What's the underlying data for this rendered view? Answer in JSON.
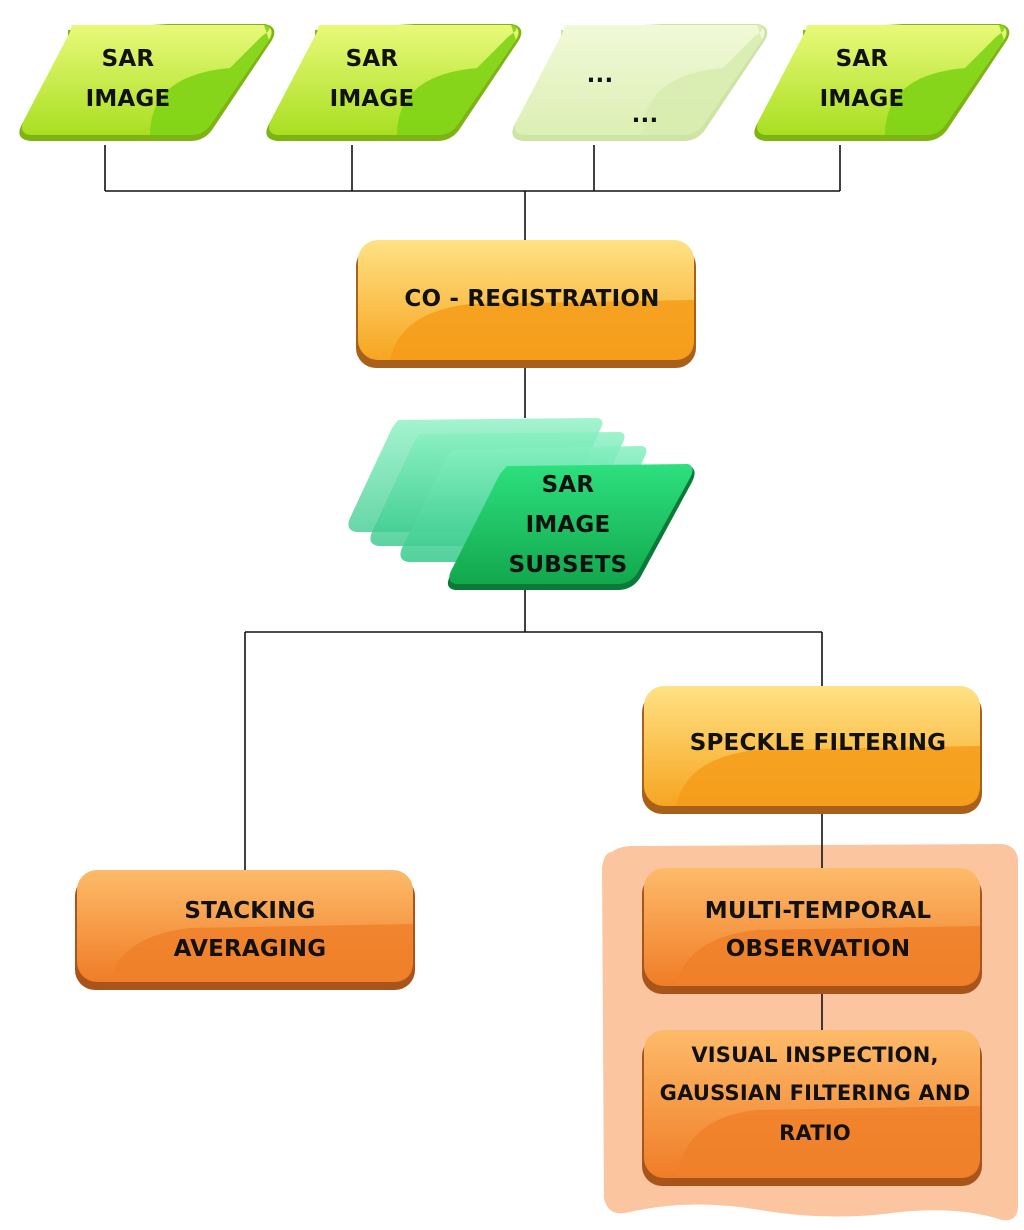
{
  "diagram": {
    "inputs": [
      {
        "line1": "SAR",
        "line2": "IMAGE"
      },
      {
        "line1": "SAR",
        "line2": "IMAGE"
      },
      {
        "line1": "...",
        "line2": "..."
      },
      {
        "line1": "SAR",
        "line2": "IMAGE"
      }
    ],
    "coregistration": "CO - REGISTRATION",
    "subsets": {
      "line1": "SAR",
      "line2": "IMAGE",
      "line3": "SUBSETS"
    },
    "speckle_filtering": "SPECKLE FILTERING",
    "stacking": {
      "line1": "STACKING",
      "line2": "AVERAGING"
    },
    "multitemporal": {
      "line1": "MULTI-TEMPORAL",
      "line2": "OBSERVATION"
    },
    "visual": {
      "line1": "VISUAL INSPECTION,",
      "line2": "GAUSSIAN FILTERING AND",
      "line3": "RATIO"
    },
    "colors": {
      "input_green": "#8fd11a",
      "input_light": "#dff0b8",
      "coreg_orange": "#f7a826",
      "subset_green": "#1fc25e",
      "process_orange": "#f58a2e",
      "panel_peach": "#fbbf95"
    }
  }
}
